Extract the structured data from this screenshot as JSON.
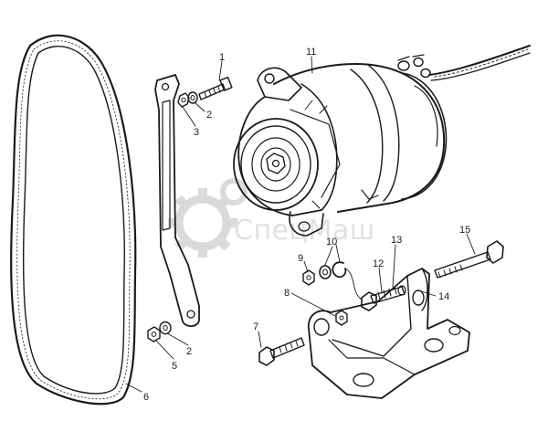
{
  "diagram": {
    "watermark_text": "СпецМаш",
    "callouts": {
      "c1": "1",
      "c2a": "2",
      "c2b": "2",
      "c3": "3",
      "c5": "5",
      "c6": "6",
      "c7": "7",
      "c8": "8",
      "c9": "9",
      "c10": "10",
      "c11": "11",
      "c12": "12",
      "c13": "13",
      "c14": "14",
      "c15": "15"
    }
  }
}
